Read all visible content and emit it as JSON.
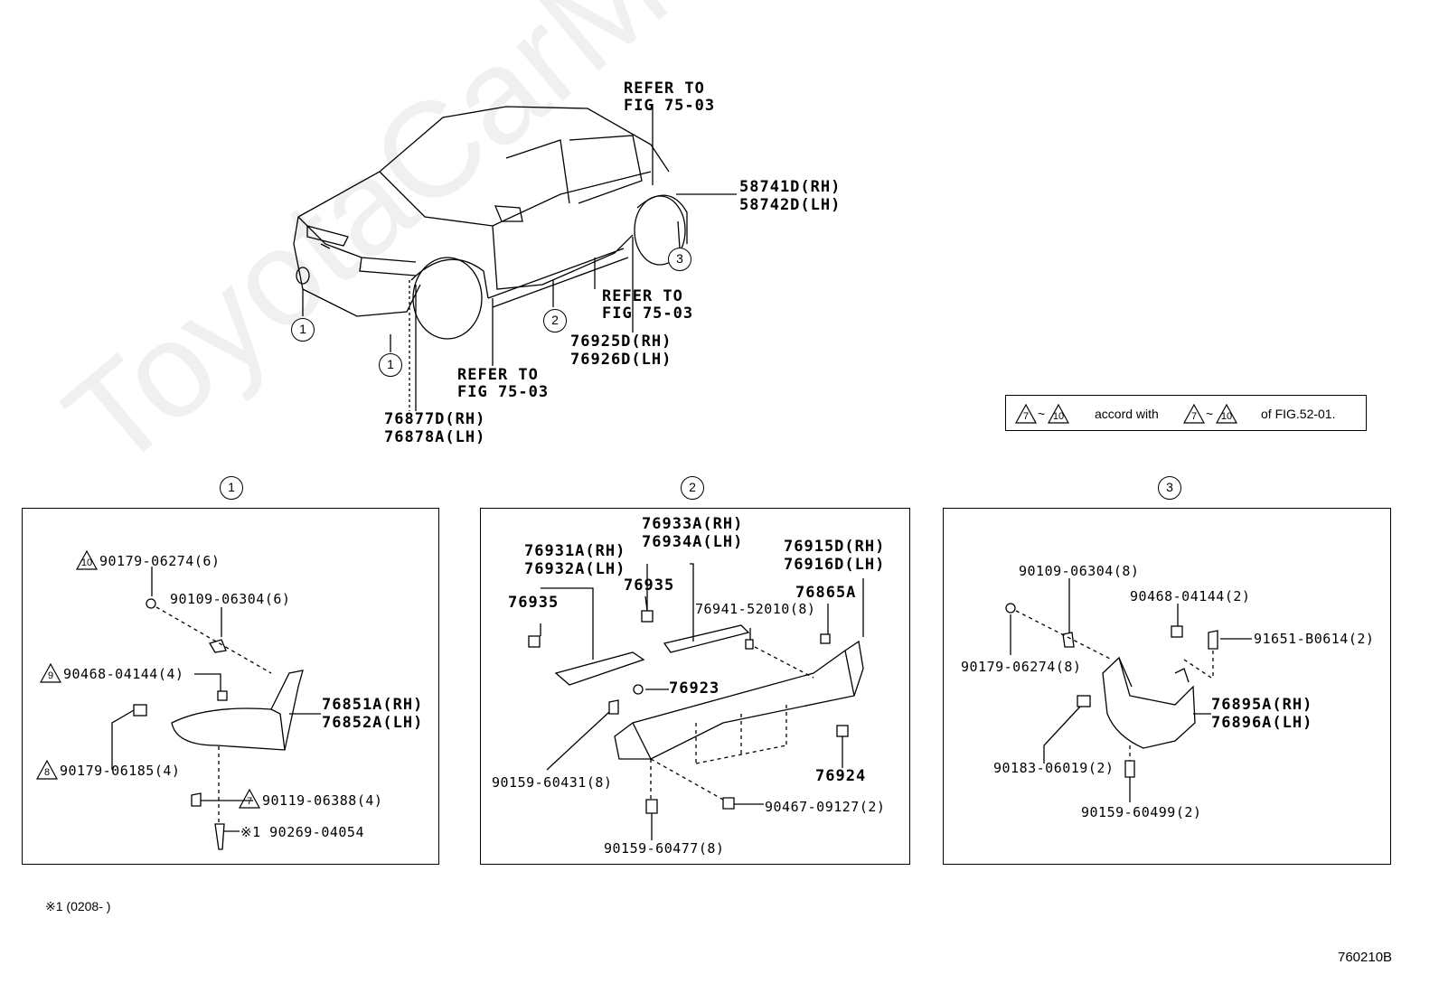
{
  "watermark": "ToyotaCarMine.ru",
  "figure_code": "760210B",
  "footnote": "※1 (0208-    )",
  "note": {
    "range_left": "7~10",
    "middle_text": "accord with",
    "range_right": "7~10",
    "suffix": "of FIG.52-01.",
    "tri_a": "7",
    "tri_b": "10"
  },
  "overview": {
    "refer_top": [
      "REFER TO",
      "FIG 75-03"
    ],
    "refer_mid": [
      "REFER TO",
      "FIG 75-03"
    ],
    "refer_low": [
      "REFER TO",
      "FIG 75-03"
    ],
    "mud_rear": [
      "58741D(RH)",
      "58742D(LH)"
    ],
    "side_sill": [
      "76925D(RH)",
      "76926D(LH)"
    ],
    "front_flap": [
      "76877D(RH)",
      "76878A(LH)"
    ],
    "callouts": [
      "1",
      "1",
      "2",
      "3"
    ]
  },
  "panel1": {
    "title": "1",
    "parts": {
      "p1": "90179-06274(6)",
      "p2": "90109-06304(6)",
      "p3": "90468-04144(4)",
      "p4a": "76851A(RH)",
      "p4b": "76852A(LH)",
      "p5": "90179-06185(4)",
      "p6": "90119-06388(4)",
      "p7": "※1 90269-04054"
    },
    "tri": {
      "t10": "10",
      "t9": "9",
      "t8": "8",
      "t7": "7"
    }
  },
  "panel2": {
    "title": "2",
    "parts": {
      "a1": "76933A(RH)",
      "a2": "76934A(LH)",
      "b1": "76931A(RH)",
      "b2": "76932A(LH)",
      "c1": "76915D(RH)",
      "c2": "76916D(LH)",
      "d": "76935",
      "e": "76935",
      "f": "76865A",
      "g": "76941-52010(8)",
      "h": "76923",
      "i": "90159-60431(8)",
      "j": "76924",
      "k": "90467-09127(2)",
      "l": "90159-60477(8)"
    }
  },
  "panel3": {
    "title": "3",
    "parts": {
      "a": "90109-06304(8)",
      "b": "90468-04144(2)",
      "c": "91651-B0614(2)",
      "d": "90179-06274(8)",
      "e1": "76895A(RH)",
      "e2": "76896A(LH)",
      "f": "90183-06019(2)",
      "g": "90159-60499(2)"
    }
  }
}
